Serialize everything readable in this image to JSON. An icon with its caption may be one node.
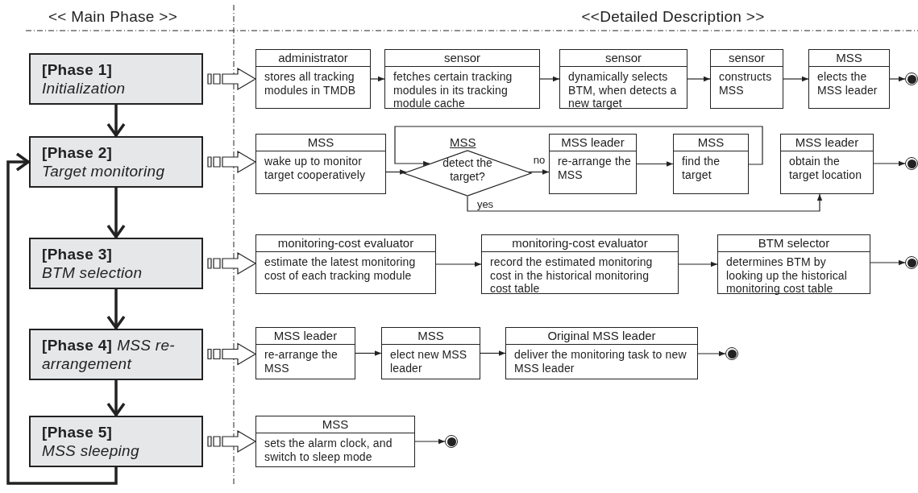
{
  "diagram": {
    "nodes": [
      {
        "text": [
          "[Phase 1]",
          "Initialization"
        ]
      },
      {
        "text": [
          "administrator",
          "stores all tracking modules in TMDB"
        ]
      },
      {
        "text": [
          "sensor",
          "fetches certain tracking modules in its tracking module cache"
        ]
      },
      {
        "text": [
          "sensor",
          "dynamically selects BTM, when detects a new target"
        ]
      },
      {
        "text": [
          "sensor",
          "constructs MSS"
        ]
      },
      {
        "text": [
          "MSS",
          "elects the MSS leader"
        ]
      },
      {
        "text": [],
        "shape": "circle"
      },
      {
        "text": [
          "[Phase 2]",
          "Target monitoring"
        ]
      },
      {
        "text": [
          "MSS",
          "wake up to monitor target cooperatively"
        ]
      },
      {
        "text": [
          "MSS",
          "detect the target?"
        ]
      },
      {
        "text": [
          "MSS leader",
          "re-arrange the MSS"
        ]
      },
      {
        "text": [
          "MSS",
          "find the target"
        ]
      },
      {
        "text": [
          "MSS leader",
          "obtain the target location"
        ]
      },
      {
        "text": [],
        "shape": "circle"
      },
      {
        "text": [
          "[Phase 3]",
          "BTM selection"
        ]
      },
      {
        "text": [
          "monitoring-cost evaluator",
          "estimate the latest monitoring cost of each tracking module"
        ]
      },
      {
        "text": [
          "monitoring-cost evaluator",
          "record the estimated monitoring cost in the historical monitoring cost table"
        ]
      },
      {
        "text": [
          "BTM selector",
          "determines BTM by looking up the historical monitoring cost table"
        ]
      },
      {
        "text": [],
        "shape": "circle"
      },
      {
        "text": [
          "[Phase 4]",
          "MSS re-arrangement"
        ]
      },
      {
        "text": [
          "MSS leader",
          "re-arrange the MSS"
        ]
      },
      {
        "text": [
          "MSS",
          "elect new MSS leader"
        ]
      },
      {
        "text": [
          "Original MSS leader",
          "deliver the monitoring task to new MSS leader"
        ]
      },
      {
        "text": [],
        "shape": "circle"
      },
      {
        "text": [
          "[Phase 5]",
          "MSS sleeping"
        ]
      },
      {
        "text": [
          "MSS",
          "sets the alarm clock, and switch to sleep mode"
        ]
      },
      {
        "text": [],
        "shape": "circle"
      }
    ],
    "edges": [
      {
        "from": 0,
        "to": 7,
        "arrow": "to",
        "style": "thick"
      },
      {
        "from": 7,
        "to": 14,
        "arrow": "to",
        "style": "thick"
      },
      {
        "from": 14,
        "to": 19,
        "arrow": "to",
        "style": "thick"
      },
      {
        "from": 19,
        "to": 24,
        "arrow": "to",
        "style": "thick"
      },
      {
        "from": 24,
        "to": 7,
        "arrow": "to",
        "style": "thick"
      },
      {
        "from": 0,
        "to": 1,
        "arrow": "to",
        "style": "thick"
      },
      {
        "from": 1,
        "to": 2,
        "arrow": "to"
      },
      {
        "from": 2,
        "to": 3,
        "arrow": "to"
      },
      {
        "from": 3,
        "to": 4,
        "arrow": "to"
      },
      {
        "from": 4,
        "to": 5,
        "arrow": "to"
      },
      {
        "from": 5,
        "to": 6,
        "arrow": "to"
      },
      {
        "from": 7,
        "to": 8,
        "arrow": "to",
        "style": "thick"
      },
      {
        "from": 8,
        "to": 9,
        "arrow": "to"
      },
      {
        "from": 9,
        "to": 10,
        "arrow": "to",
        "label": "no"
      },
      {
        "from": 10,
        "to": 11,
        "arrow": "to"
      },
      {
        "from": 11,
        "to": 9,
        "arrow": "to"
      },
      {
        "from": 9,
        "to": 12,
        "arrow": "to",
        "label": "yes"
      },
      {
        "from": 12,
        "to": 13,
        "arrow": "to"
      },
      {
        "from": 14,
        "to": 15,
        "arrow": "to",
        "style": "thick"
      },
      {
        "from": 15,
        "to": 16,
        "arrow": "to"
      },
      {
        "from": 16,
        "to": 17,
        "arrow": "to"
      },
      {
        "from": 17,
        "to": 18,
        "arrow": "to"
      },
      {
        "from": 19,
        "to": 20,
        "arrow": "to",
        "style": "thick"
      },
      {
        "from": 20,
        "to": 21,
        "arrow": "to"
      },
      {
        "from": 21,
        "to": 22,
        "arrow": "to"
      },
      {
        "from": 22,
        "to": 23,
        "arrow": "to"
      },
      {
        "from": 24,
        "to": 25,
        "arrow": "to",
        "style": "thick"
      },
      {
        "from": 25,
        "to": 26,
        "arrow": "to"
      }
    ],
    "labels": [
      "<< Main Phase >>",
      "<<Detailed Description >>"
    ]
  }
}
